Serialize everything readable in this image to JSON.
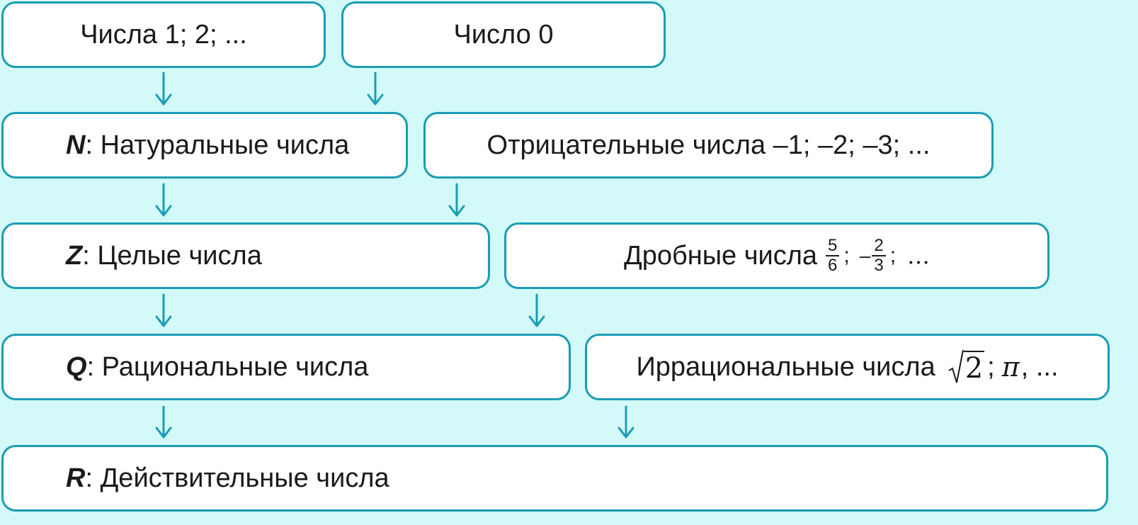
{
  "boxes": {
    "numbers_1_2": {
      "text": "Числа 1; 2; ..."
    },
    "zero": {
      "text": "Число 0"
    },
    "natural": {
      "symbol": "N",
      "text": ": Натуральные числа"
    },
    "negative": {
      "text": "Отрицательные числа –1; –2; –3; ..."
    },
    "integer": {
      "symbol": "Z",
      "text": ": Целые числа"
    },
    "fractional": {
      "text": "Дробные числа",
      "frac1_num": "5",
      "frac1_den": "6",
      "separator": ";",
      "minus": "–",
      "frac2_num": "2",
      "frac2_den": "3",
      "separator2": ";",
      "ellipsis": "…"
    },
    "rational": {
      "symbol": "Q",
      "text": ": Рациональные числа"
    },
    "irrational": {
      "text": "Иррациональные числа",
      "radicand": "2",
      "separator": ";",
      "pi": "π",
      "tail": ", ..."
    },
    "real": {
      "symbol": "R",
      "text": ": Действительные числа"
    }
  },
  "colors": {
    "background": "#d3faf8",
    "box_border": "#1b9cb4",
    "arrow": "#1b9cb4",
    "box_fill": "#ffffff"
  }
}
